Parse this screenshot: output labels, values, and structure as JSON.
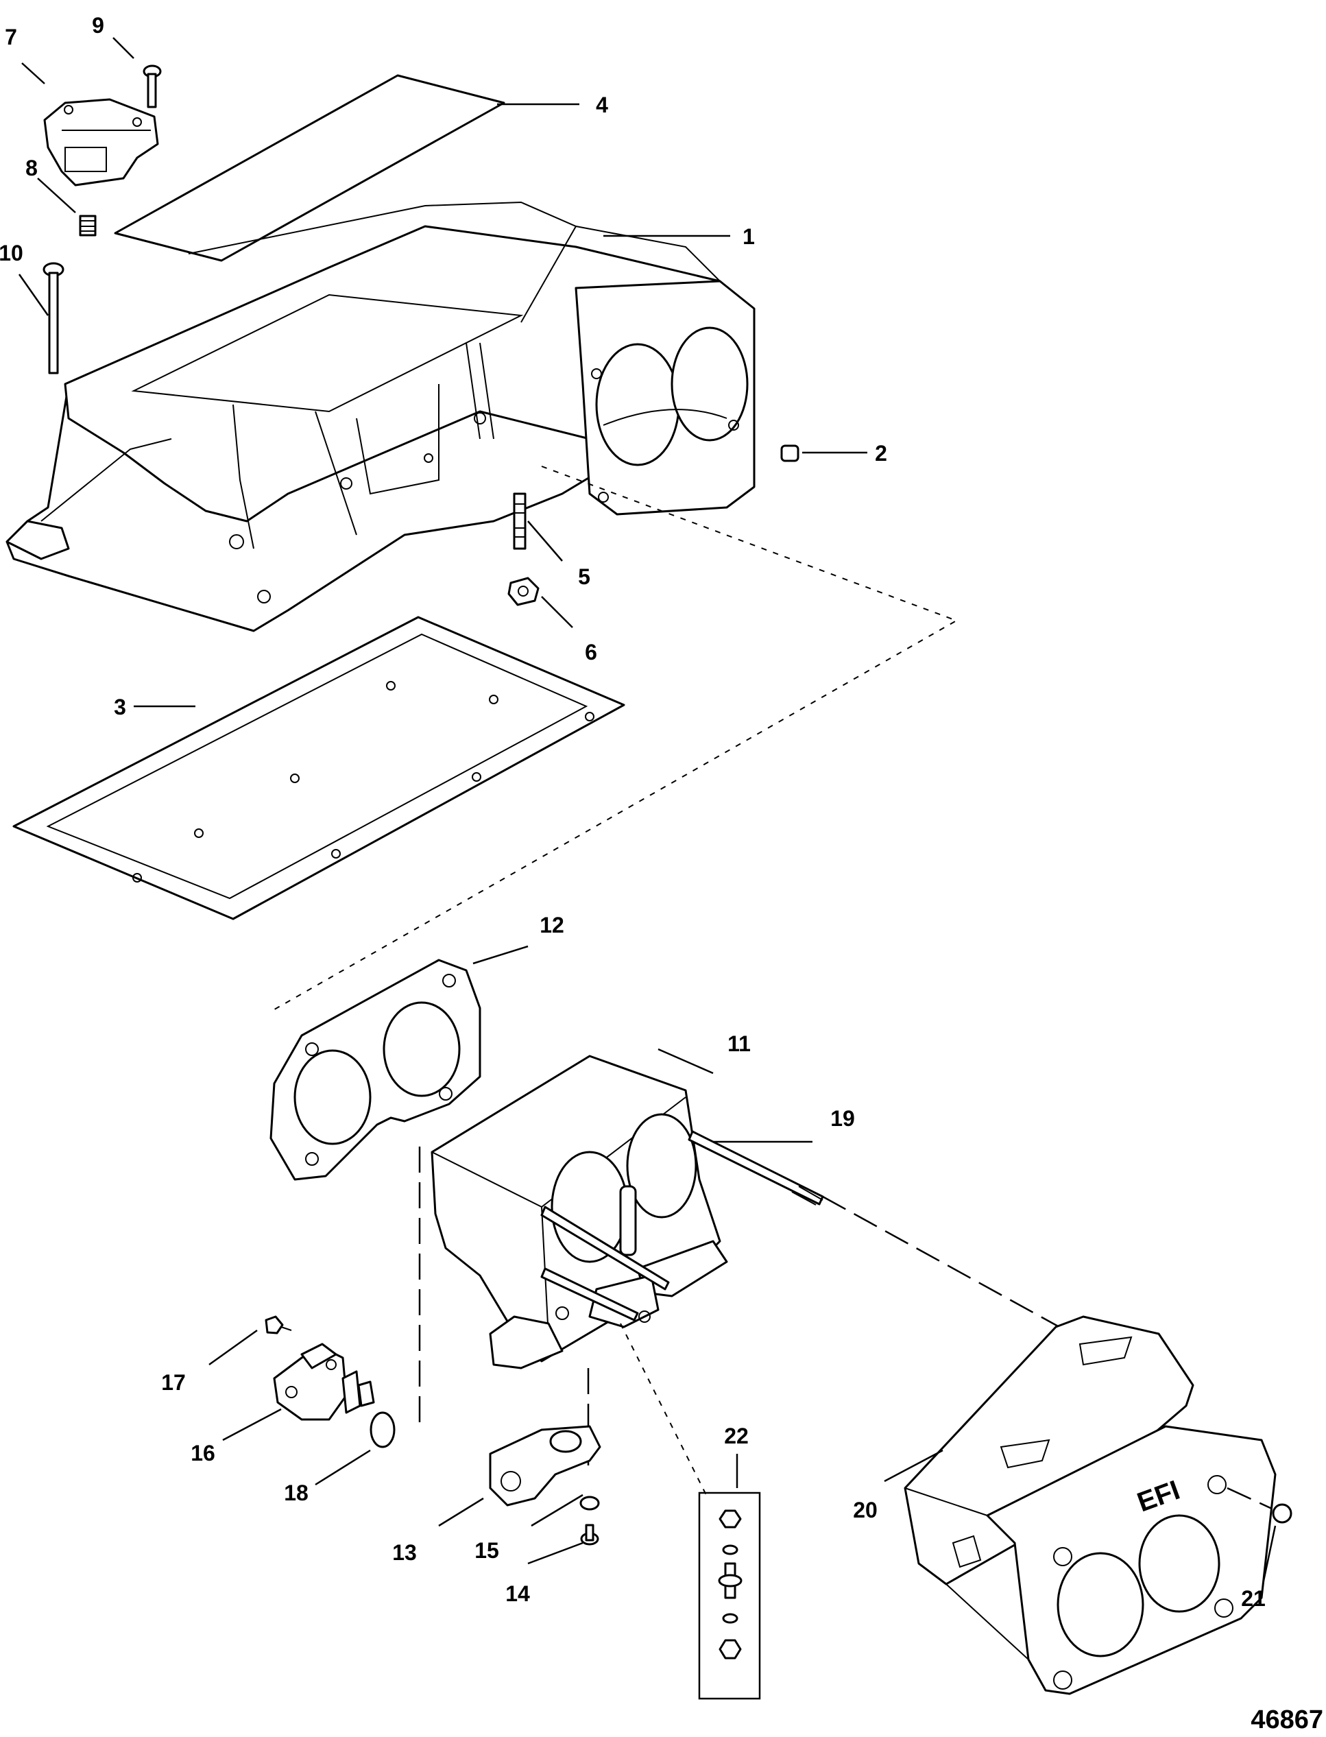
{
  "figure_number": "46867",
  "embossed_text": "EFI",
  "callouts": [
    "1",
    "2",
    "3",
    "4",
    "5",
    "6",
    "7",
    "8",
    "9",
    "10",
    "11",
    "12",
    "13",
    "14",
    "15",
    "16",
    "17",
    "18",
    "19",
    "20",
    "21",
    "22"
  ]
}
